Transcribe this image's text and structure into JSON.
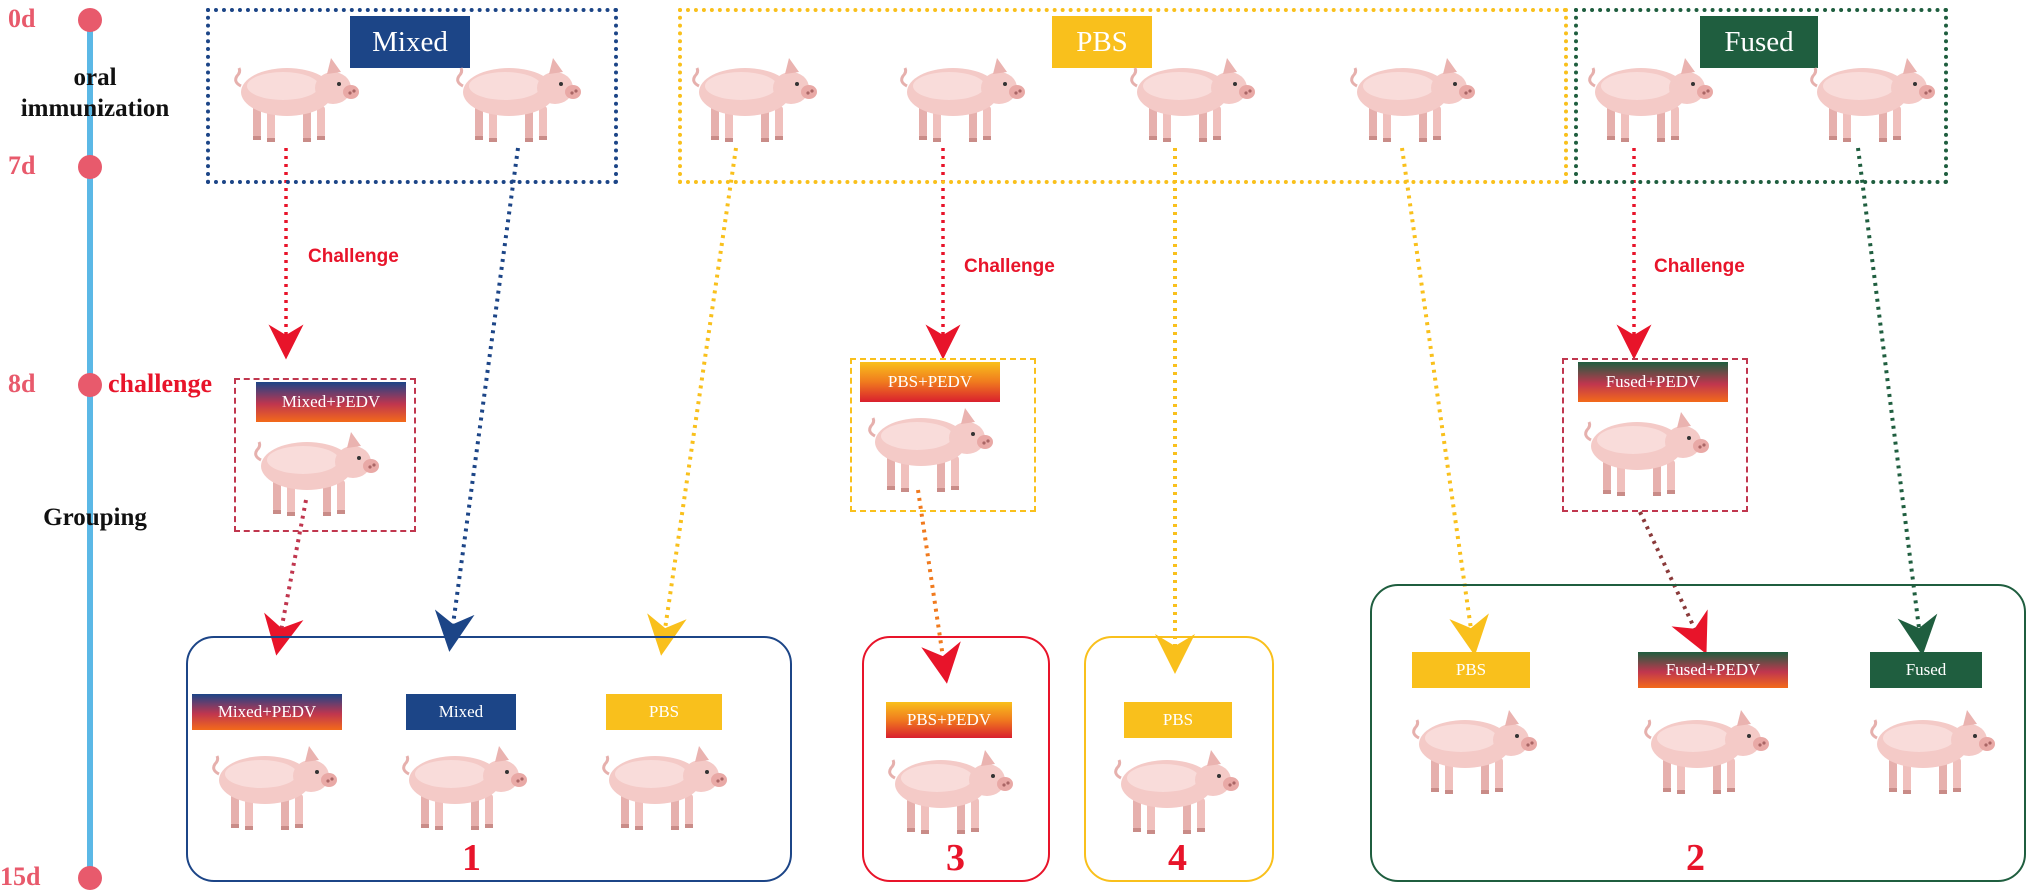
{
  "timeline": {
    "points": [
      {
        "label": "0d"
      },
      {
        "label": "7d"
      },
      {
        "label": "8d"
      },
      {
        "label": "15d"
      }
    ],
    "stage_oral_line1": "oral",
    "stage_oral_line2": "immunization",
    "stage_challenge": "challenge",
    "stage_grouping": "Grouping"
  },
  "groups": {
    "mixed": "Mixed",
    "pbs": "PBS",
    "fused": "Fused"
  },
  "challenge_label": "Challenge",
  "challenged": {
    "mixed": "Mixed+PEDV",
    "pbs": "PBS+PEDV",
    "fused": "Fused+PEDV"
  },
  "final_groups": {
    "g1": {
      "number": "1",
      "labels": [
        "Mixed+PEDV",
        "Mixed",
        "PBS"
      ]
    },
    "g3": {
      "number": "3",
      "labels": [
        "PBS+PEDV"
      ]
    },
    "g4": {
      "number": "4",
      "labels": [
        "PBS"
      ]
    },
    "g2": {
      "number": "2",
      "labels": [
        "PBS",
        "Fused+PEDV",
        "Fused"
      ]
    }
  },
  "colors": {
    "timeline": "#5bb8e6",
    "timeline_dot": "#e85a6c",
    "mixed": "#1c4587",
    "pbs": "#f9c01c",
    "fused": "#1f5e3f",
    "challenge": "#e8142a",
    "pig": "#f2c5c3"
  },
  "icons": {
    "pig": "pig-icon"
  }
}
